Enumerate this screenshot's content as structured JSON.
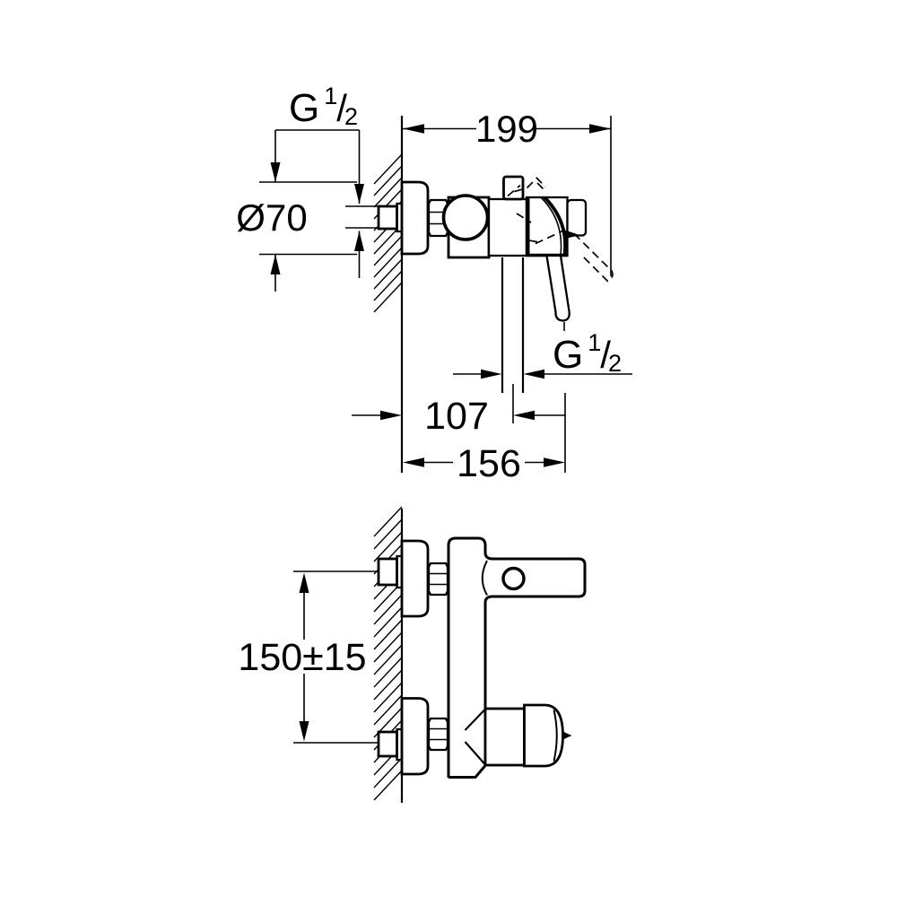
{
  "labels": {
    "dim_overall_depth": "199",
    "dim_flange_diameter": "Ø70",
    "dim_wall_to_outlet": "107",
    "dim_wall_to_spout_end": "156",
    "dim_inlet_spacing": "150±15",
    "thread_top": {
      "letter": "G",
      "numerator": "1",
      "slash": "/",
      "denominator": "2"
    },
    "thread_outlet": {
      "letter": "G",
      "numerator": "1",
      "slash": "/",
      "denominator": "2"
    }
  },
  "colors": {
    "line": "#000000",
    "background": "#ffffff"
  }
}
